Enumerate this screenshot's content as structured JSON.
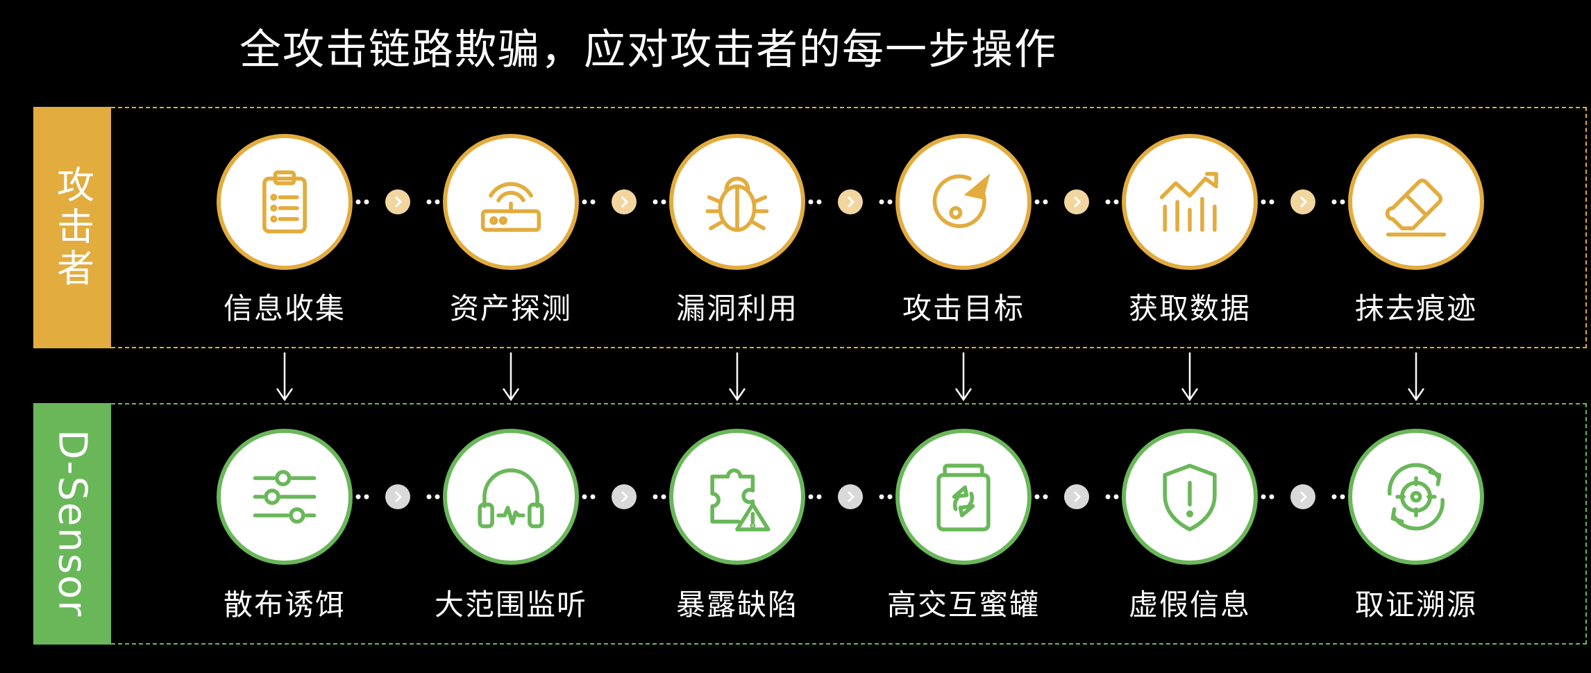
{
  "title": "全攻击链路欺骗，应对攻击者的每一步操作",
  "colors": {
    "attacker": "#e2ac3e",
    "sensor": "#6ab75a",
    "connector_dot": "#f2d6a0",
    "sensor_connector_dot": "#d9d9d9"
  },
  "attacker_row": {
    "label": "攻击者",
    "steps": [
      {
        "label": "信息收集",
        "icon": "clipboard-icon"
      },
      {
        "label": "资产探测",
        "icon": "router-icon"
      },
      {
        "label": "漏洞利用",
        "icon": "bug-icon"
      },
      {
        "label": "攻击目标",
        "icon": "target-icon"
      },
      {
        "label": "获取数据",
        "icon": "chart-icon"
      },
      {
        "label": "抹去痕迹",
        "icon": "eraser-icon"
      }
    ]
  },
  "sensor_row": {
    "label": "D-Sensor",
    "steps": [
      {
        "label": "散布诱饵",
        "icon": "sliders-icon"
      },
      {
        "label": "大范围监听",
        "icon": "headphones-icon"
      },
      {
        "label": "暴露缺陷",
        "icon": "puzzle-warning-icon"
      },
      {
        "label": "高交互蜜罐",
        "icon": "honeypot-jar-icon"
      },
      {
        "label": "虚假信息",
        "icon": "shield-alert-icon"
      },
      {
        "label": "取证溯源",
        "icon": "trace-target-icon"
      }
    ]
  }
}
